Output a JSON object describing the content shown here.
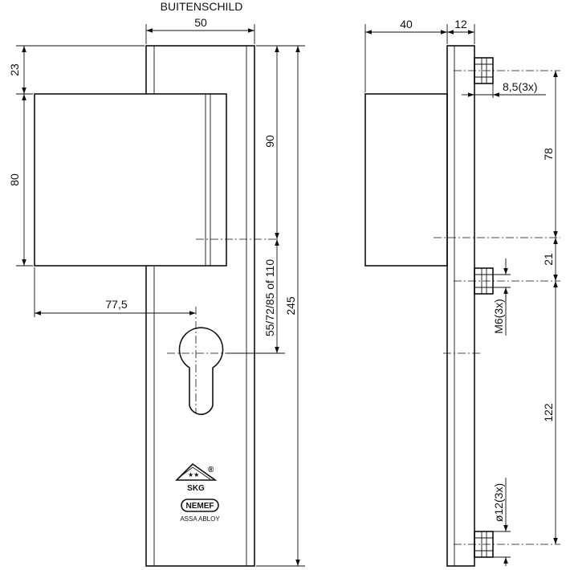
{
  "title": "BUITENSCHILD",
  "dimensions": {
    "plate_width": "50",
    "top_offset": "23",
    "handle_height": "80",
    "handle_to_center": "90",
    "backset_distance": "55/72/85  of  110",
    "total_height": "245",
    "handle_projection": "77,5",
    "side_depth": "40",
    "plate_thickness": "12",
    "screw_depth": "8,5(3x)",
    "top_spacing": "78",
    "middle_spacing": "21",
    "bottom_spacing": "122",
    "thread": "M6(3x)",
    "diameter": "ø12(3x)"
  },
  "logos": {
    "skg": "SKG",
    "skg_mark": "®",
    "nemef": "NEMEF",
    "assa": "ASSA ABLOY"
  }
}
